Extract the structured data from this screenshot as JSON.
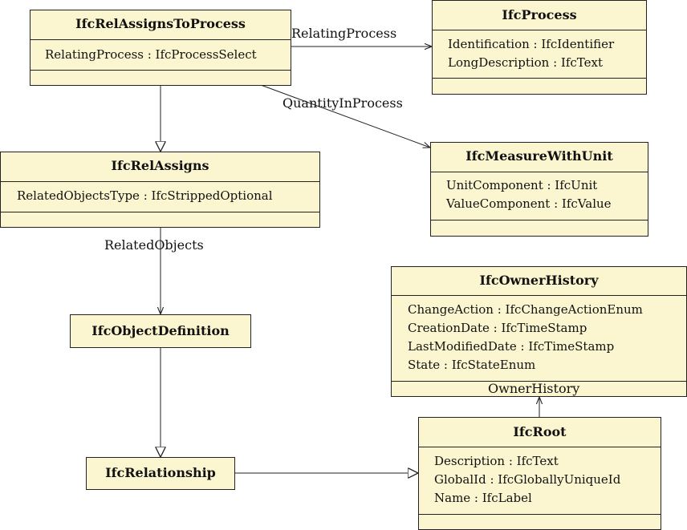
{
  "classes": {
    "relassignstoprocess": {
      "name": "IfcRelAssignsToProcess",
      "attributes": [
        "RelatingProcess : IfcProcessSelect"
      ]
    },
    "process": {
      "name": "IfcProcess",
      "attributes": [
        "Identification : IfcIdentifier",
        "LongDescription : IfcText"
      ]
    },
    "measurewithunit": {
      "name": "IfcMeasureWithUnit",
      "attributes": [
        "UnitComponent : IfcUnit",
        "ValueComponent : IfcValue"
      ]
    },
    "relassigns": {
      "name": "IfcRelAssigns",
      "attributes": [
        "RelatedObjectsType : IfcStrippedOptional"
      ]
    },
    "ownerhistory": {
      "name": "IfcOwnerHistory",
      "attributes": [
        "ChangeAction : IfcChangeActionEnum",
        "CreationDate : IfcTimeStamp",
        "LastModifiedDate : IfcTimeStamp",
        "State : IfcStateEnum"
      ]
    },
    "objectdefinition": {
      "name": "IfcObjectDefinition"
    },
    "relationship": {
      "name": "IfcRelationship"
    },
    "root": {
      "name": "IfcRoot",
      "attributes": [
        "Description : IfcText",
        "GlobalId : IfcGloballyUniqueId",
        "Name : IfcLabel"
      ]
    }
  },
  "associations": {
    "relating_process": "RelatingProcess",
    "quantity_in_process": "QuantityInProcess",
    "related_objects": "RelatedObjects",
    "owner_history": "OwnerHistory"
  },
  "colors": {
    "class_fill": "#fbf6cf",
    "line": "#222222"
  }
}
